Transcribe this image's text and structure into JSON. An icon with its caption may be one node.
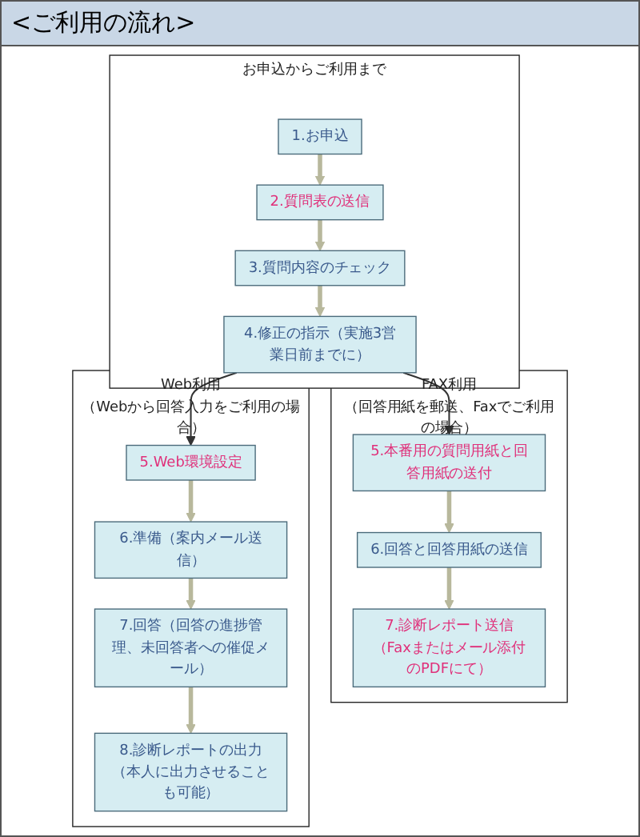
{
  "diagram": {
    "title": "<ご利用の流れ>",
    "nodes": [
      {
        "text": [
          "お申込からご利用まで"
        ]
      },
      {
        "text": [
          "FAX利用",
          "（回答用紙を郵送、Faxでご利用の場合）"
        ]
      },
      {
        "text": [
          "Web利用",
          "（Webから回答入力をご利用の場合）"
        ]
      },
      {
        "text": [
          "1.お申込"
        ],
        "in": 0
      },
      {
        "text": [
          "2.質問表の送信"
        ],
        "in": 0
      },
      {
        "text": [
          "3.質問内容のチェック"
        ],
        "in": 0
      },
      {
        "text": [
          "4.修正の指示（実施3営業日前までに）"
        ],
        "in": 0
      },
      {
        "text": [
          "5.本番用の質問用紙と回答用紙の送付"
        ],
        "in": 1
      },
      {
        "text": [
          "6.回答と回答用紙の送信"
        ],
        "in": 1
      },
      {
        "text": [
          "7.診断レポート送信（Faxまたはメール添付のPDFにて）"
        ],
        "in": 1
      },
      {
        "text": [
          "5.Web環境設定"
        ],
        "in": 2
      },
      {
        "text": [
          "6.準備（案内メール送信）"
        ],
        "in": 2
      },
      {
        "text": [
          "7.回答（回答の進捗管理、未回答者への催促メール）"
        ],
        "in": 2
      },
      {
        "text": [
          "8.診断レポートの出力（本人に出力させることも可能）"
        ],
        "in": 2
      }
    ],
    "edges": [
      {
        "from": 3,
        "to": 4,
        "arrow": "to"
      },
      {
        "from": 4,
        "to": 5,
        "arrow": "to"
      },
      {
        "from": 5,
        "to": 6,
        "arrow": "to"
      },
      {
        "from": 6,
        "to": 7,
        "arrow": "to",
        "color": "#333333"
      },
      {
        "from": 6,
        "to": 10,
        "arrow": "to",
        "color": "#333333"
      },
      {
        "from": 7,
        "to": 8,
        "arrow": "to"
      },
      {
        "from": 8,
        "to": 9,
        "arrow": "to"
      },
      {
        "from": 10,
        "to": 11,
        "arrow": "to"
      },
      {
        "from": 11,
        "to": 12,
        "arrow": "to"
      },
      {
        "from": 12,
        "to": 13,
        "arrow": "to"
      }
    ]
  }
}
